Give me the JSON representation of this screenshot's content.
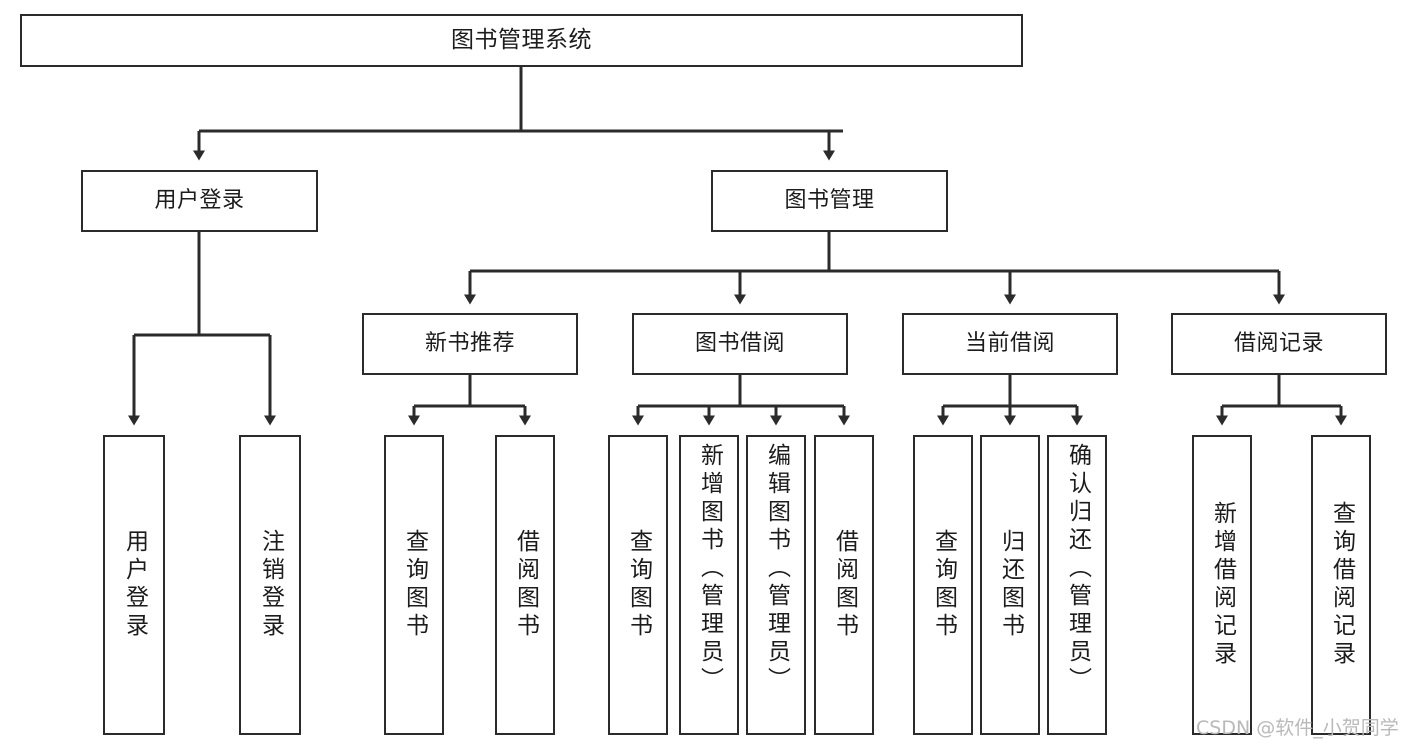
{
  "diagram": {
    "title": "图书管理系统",
    "type": "tree-hierarchy",
    "watermark": "CSDN @软件_小贺同学",
    "colors": {
      "box_border": "#2b2b2b",
      "box_fill": "#ffffff",
      "edge": "#2b2b2b",
      "text": "#1c1c1c",
      "watermark": "#b9b9b9",
      "background": "#ffffff"
    },
    "nodes": {
      "root": {
        "label": "图书管理系统",
        "level": 1
      },
      "level2": [
        {
          "id": "user-login",
          "label": "用户登录"
        },
        {
          "id": "book-manage",
          "label": "图书管理"
        }
      ],
      "level3": [
        {
          "id": "new-book-recommend",
          "label": "新书推荐",
          "parent": "book-manage"
        },
        {
          "id": "book-borrow",
          "label": "图书借阅",
          "parent": "book-manage"
        },
        {
          "id": "current-borrow",
          "label": "当前借阅",
          "parent": "book-manage"
        },
        {
          "id": "borrow-record",
          "label": "借阅记录",
          "parent": "book-manage"
        }
      ],
      "leaves": [
        {
          "id": "leaf-user-login",
          "label": "用户登录",
          "parent": "user-login",
          "align": "center"
        },
        {
          "id": "leaf-logout",
          "label": "注销登录",
          "parent": "user-login",
          "align": "center"
        },
        {
          "id": "leaf-query-book-1",
          "label": "查询图书",
          "parent": "new-book-recommend",
          "align": "center"
        },
        {
          "id": "leaf-borrow-book-1",
          "label": "借阅图书",
          "parent": "new-book-recommend",
          "align": "center"
        },
        {
          "id": "leaf-query-book-2",
          "label": "查询图书",
          "parent": "book-borrow",
          "align": "center"
        },
        {
          "id": "leaf-add-book",
          "label": "新增图书（管理员）",
          "parent": "book-borrow",
          "align": "top"
        },
        {
          "id": "leaf-edit-book",
          "label": "编辑图书（管理员）",
          "parent": "book-borrow",
          "align": "top"
        },
        {
          "id": "leaf-borrow-book-2",
          "label": "借阅图书",
          "parent": "book-borrow",
          "align": "center"
        },
        {
          "id": "leaf-query-book-3",
          "label": "查询图书",
          "parent": "current-borrow",
          "align": "center"
        },
        {
          "id": "leaf-return-book",
          "label": "归还图书",
          "parent": "current-borrow",
          "align": "center"
        },
        {
          "id": "leaf-confirm-return",
          "label": "确认归还（管理员）",
          "parent": "current-borrow",
          "align": "top"
        },
        {
          "id": "leaf-add-record",
          "label": "新增借阅记录",
          "parent": "borrow-record",
          "align": "center"
        },
        {
          "id": "leaf-query-record",
          "label": "查询借阅记录",
          "parent": "borrow-record",
          "align": "center"
        }
      ]
    }
  }
}
